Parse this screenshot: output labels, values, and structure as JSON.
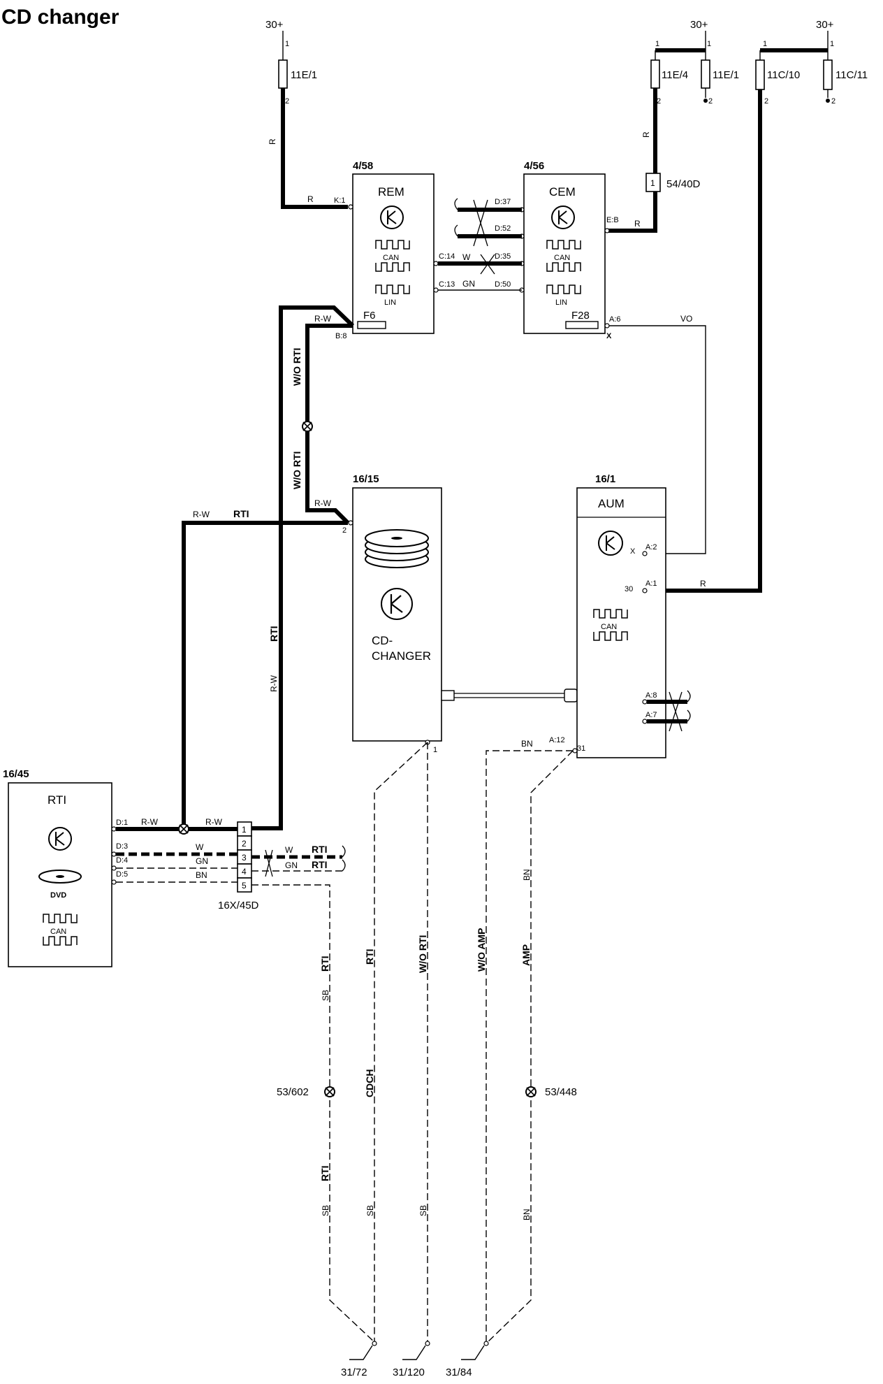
{
  "title": "CD changer",
  "supply": {
    "label": "30+",
    "pin1": "1",
    "pin2": "2"
  },
  "fuses": {
    "f11e1_left": "11E/1",
    "f11e4": "11E/4",
    "f11e1_right": "11E/1",
    "f11c10": "11C/10",
    "f11c11": "11C/11",
    "f6": "F6",
    "f28": "F28"
  },
  "modules": {
    "rem": {
      "id": "4/58",
      "name": "REM",
      "can": "CAN",
      "lin": "LIN"
    },
    "cem": {
      "id": "4/56",
      "name": "CEM",
      "can": "CAN",
      "lin": "LIN"
    },
    "cdchanger": {
      "id": "16/15",
      "name1": "CD-",
      "name2": "CHANGER"
    },
    "aum": {
      "id": "16/1",
      "name": "AUM",
      "can": "CAN"
    },
    "rti": {
      "id": "16/45",
      "name": "RTI",
      "dvd": "DVD",
      "can": "CAN"
    }
  },
  "connectors": {
    "c5440d": {
      "pin": "1",
      "label": "54/40D"
    },
    "c16x45d": {
      "label": "16X/45D",
      "pins": [
        "1",
        "2",
        "3",
        "4",
        "5"
      ]
    }
  },
  "pins": {
    "k1": "K:1",
    "b8": "B:8",
    "c14": "C:14",
    "c13": "C:13",
    "d37": "D:37",
    "d52": "D:52",
    "d35": "D:35",
    "d50": "D:50",
    "eb": "E:B",
    "a6": "A:6",
    "x": "X",
    "a2": "A:2",
    "a1": "A:1",
    "p30": "30",
    "a8": "A:8",
    "a7": "A:7",
    "a12": "A:12",
    "p31": "31",
    "p2": "2",
    "p1": "1",
    "d1": "D:1",
    "d3": "D:3",
    "d4": "D:4",
    "d5": "D:5"
  },
  "wire_colors": {
    "r": "R",
    "rw": "R-W",
    "w": "W",
    "gn": "GN",
    "vo": "VO",
    "bn": "BN",
    "sb": "SB"
  },
  "variant_labels": {
    "wo_rti": "W/O RTI",
    "rti": "RTI",
    "wo_amp": "W/O AMP",
    "amp": "AMP",
    "cdch": "CDCH"
  },
  "splices": {
    "s53602": "53/602",
    "s53448": "53/448"
  },
  "grounds": {
    "g3172": "31/72",
    "g31120": "31/120",
    "g3184": "31/84"
  }
}
